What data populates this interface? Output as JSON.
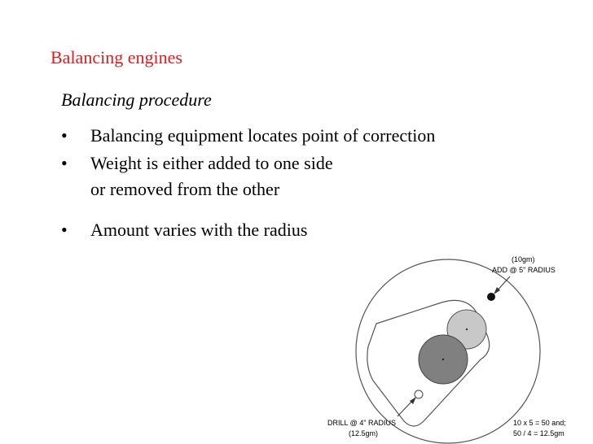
{
  "slide": {
    "title": "Balancing engines",
    "subtitle": "Balancing procedure",
    "bullet_glyph": "•",
    "bullets": [
      {
        "line1": "Balancing equipment locates point of correction",
        "line2": ""
      },
      {
        "line1": "Weight is either added to one side",
        "line2": "or removed from the other"
      },
      {
        "line1": "Amount varies with the radius",
        "line2": ""
      }
    ]
  },
  "diagram": {
    "add_weight_label": "(10gm)",
    "add_radius_label": "ADD @ 5\" RADIUS",
    "drill_radius_label": "DRILL @ 4\" RADIUS",
    "drill_weight_label": "(12.5gm)",
    "calc_line1": "10 x 5 = 50 and;",
    "calc_line2": "50 / 4 = 12.5gm"
  },
  "colors": {
    "title": "#e11d1d",
    "text": "#000000",
    "small_lobe": "#c8c8c8",
    "large_lobe": "#808080"
  }
}
